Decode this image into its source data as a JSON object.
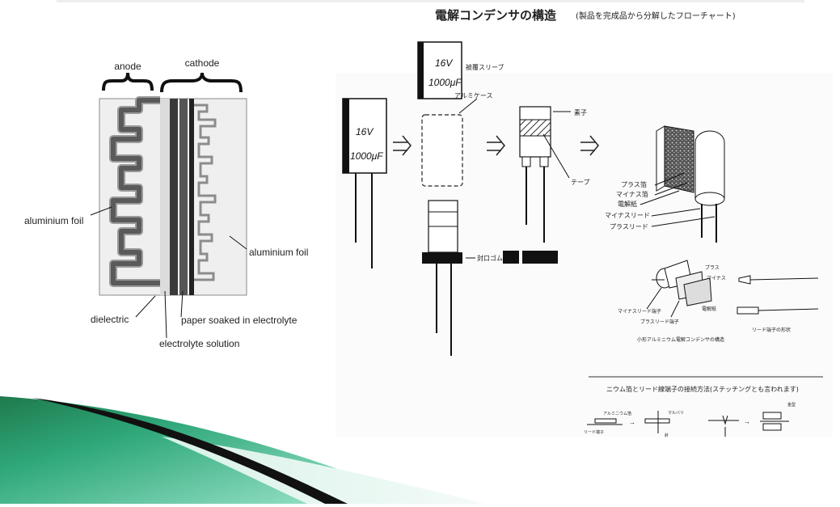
{
  "left_diagram": {
    "anode": "anode",
    "cathode": "cathode",
    "aluminium_foil_left": "aluminium foil",
    "aluminium_foil_right": "aluminium foil",
    "dielectric": "dielectric",
    "paper": "paper soaked in electrolyte",
    "electrolyte": "electrolyte solution"
  },
  "right_diagram": {
    "title": "電解コンデンサの構造",
    "title_sub": "(製品を完成品から分解したフローチャート)",
    "cap_voltage": "16V",
    "cap_capacitance": "1000μF",
    "sleeve_voltage": "16V",
    "sleeve_capacitance": "1000μF",
    "sleeve_label": "被覆スリーブ",
    "case_label": "アルミケース",
    "element_label": "素子",
    "tape_label": "テープ",
    "seal_label": "封口ゴム",
    "plus_foil": "プラス箔",
    "minus_foil": "マイナス箔",
    "paper_label": "電解紙",
    "minus_lead": "マイナスリード",
    "plus_lead": "プラスリード",
    "small_plus": "プラス",
    "small_minus": "マイナス",
    "small_paper": "電解紙",
    "small_minus_terminal": "マイナスリード端子",
    "small_plus_terminal": "プラスリード端子",
    "small_caption": "小形アルミニウム電解コンデンサの構造",
    "lead_shape_caption": "リード端子の形状",
    "stitch_title": "ニウム箔とリード線端子の接続方法(ステッチングとも言われます)",
    "stitch_al": "アルミニウム箔",
    "stitch_lead": "リード端子",
    "stitch_burr": "マルバリ",
    "stitch_needle": "針",
    "stitch_joint": "金型"
  }
}
